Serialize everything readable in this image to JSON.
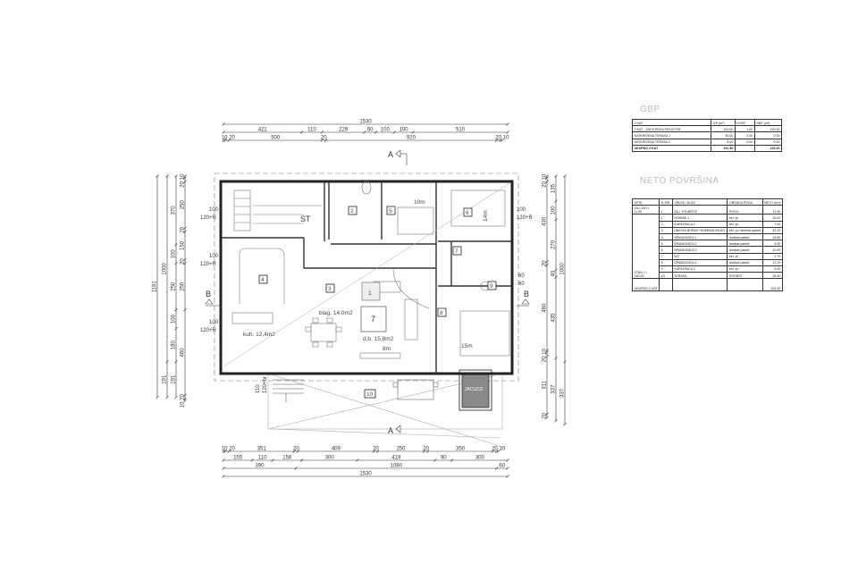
{
  "plan": {
    "dims_top": {
      "overall": 1530,
      "row2": [
        421,
        110,
        229,
        60,
        100,
        100,
        510
      ],
      "row3": [
        10,
        20,
        500,
        20,
        920,
        20,
        10
      ]
    },
    "dims_bottom": {
      "row1": [
        10,
        20,
        351,
        20,
        409,
        20,
        250,
        20,
        350,
        20,
        10
      ],
      "row2": [
        155,
        110,
        156,
        300,
        419,
        90,
        300
      ],
      "row3": [
        390,
        1080,
        60
      ],
      "overall": 1530
    },
    "dims_left": {
      "col1": [
        1191
      ],
      "col2": [
        1000,
        191
      ],
      "col3": [
        370,
        100,
        250,
        100,
        180,
        191
      ],
      "col4": [
        10,
        20,
        250,
        20,
        150,
        20,
        250,
        460,
        20,
        10
      ]
    },
    "dims_right": {
      "col1": [
        10,
        20,
        430,
        20,
        460,
        10,
        20,
        311,
        20
      ],
      "col2": [
        135,
        100,
        270,
        40,
        435,
        337
      ],
      "col3": [
        1000,
        337
      ]
    },
    "rooms": {
      "stair": "ST",
      "kitchen": "kuh. 12,4m2",
      "dining": "blag. 14,0m2",
      "living": "d.b. 15,8m2",
      "len_10m": "10m",
      "len_8m": "8m",
      "len_15m": "15m",
      "len_14m": "14m",
      "jacuzzi": "JACUZZI"
    },
    "room_numbers": [
      "1",
      "2",
      "3",
      "4",
      "5",
      "6",
      "7",
      "8",
      "9",
      "10"
    ],
    "hex_tag": "7",
    "window_tags": {
      "w_100_120": [
        "100",
        "120+R"
      ],
      "w_60_60": [
        "60",
        "60"
      ],
      "w_110_120": [
        "110",
        "120+br"
      ]
    },
    "section_marks": {
      "a": "A",
      "b": "B"
    }
  },
  "gbp": {
    "title": "GBP",
    "headers": [
      "2 KAT",
      "GP (m²)",
      "KOEF",
      "GBP (m²)"
    ],
    "rows": [
      [
        "2 KAT - ZATVORENI PROSTOR",
        "153.00",
        "1.00",
        "153.00"
      ],
      [
        "NATKRIVENA TERASA 1",
        "30.50",
        "0.00",
        "0.00"
      ],
      [
        "NATKRIVENA TERASA 2",
        "8.00",
        "0.00",
        "0.00"
      ]
    ],
    "total": [
      "UKUPNO 2 KAT",
      "191.50",
      "",
      "153.00"
    ]
  },
  "neto": {
    "title": "NETO POVRŠINA",
    "headers": [
      "OPIS",
      "R. BR.",
      "VRSTA / ULAZ",
      "OBRADA PODA",
      "NETO (m2)"
    ],
    "group1": {
      "label": "ZAJ. DIO / 11,50",
      "rows": [
        [
          "1",
          "ZAJ. STUBIŠTE",
          "PODIJ",
          "11.50"
        ]
      ]
    },
    "group2": {
      "label": "STAN 1 / 140,00",
      "rows": [
        [
          "1",
          "HODNIK 1",
          "ker. pl.",
          "10.00"
        ],
        [
          "2",
          "KUPAONICA 1",
          "ker. pl.",
          "7.00"
        ],
        [
          "3",
          "DNEVNI BORAV.+KUHINJA+BLAG.",
          "ker. pl./ laminat parket",
          "42.20"
        ],
        [
          "4",
          "SPAVAONICA 1",
          "laminat parket",
          "16.80"
        ],
        [
          "5",
          "SPAVAONICA 2",
          "laminat parket",
          "9.40"
        ],
        [
          "6",
          "SPAVAONICA 3",
          "laminat parket",
          "10.90"
        ],
        [
          "7",
          "WC",
          "ker. pl.",
          "2.70"
        ],
        [
          "8",
          "SPAVAONICA 4",
          "laminat parket",
          "17.15"
        ],
        [
          "9",
          "KUPAONICA 2",
          "ker. pl.",
          "5.40"
        ],
        [
          "10",
          "TERASA",
          "PODEST",
          "26.40"
        ]
      ]
    },
    "total": [
      "UKUPNO 2 KAT",
      "151.50"
    ]
  }
}
